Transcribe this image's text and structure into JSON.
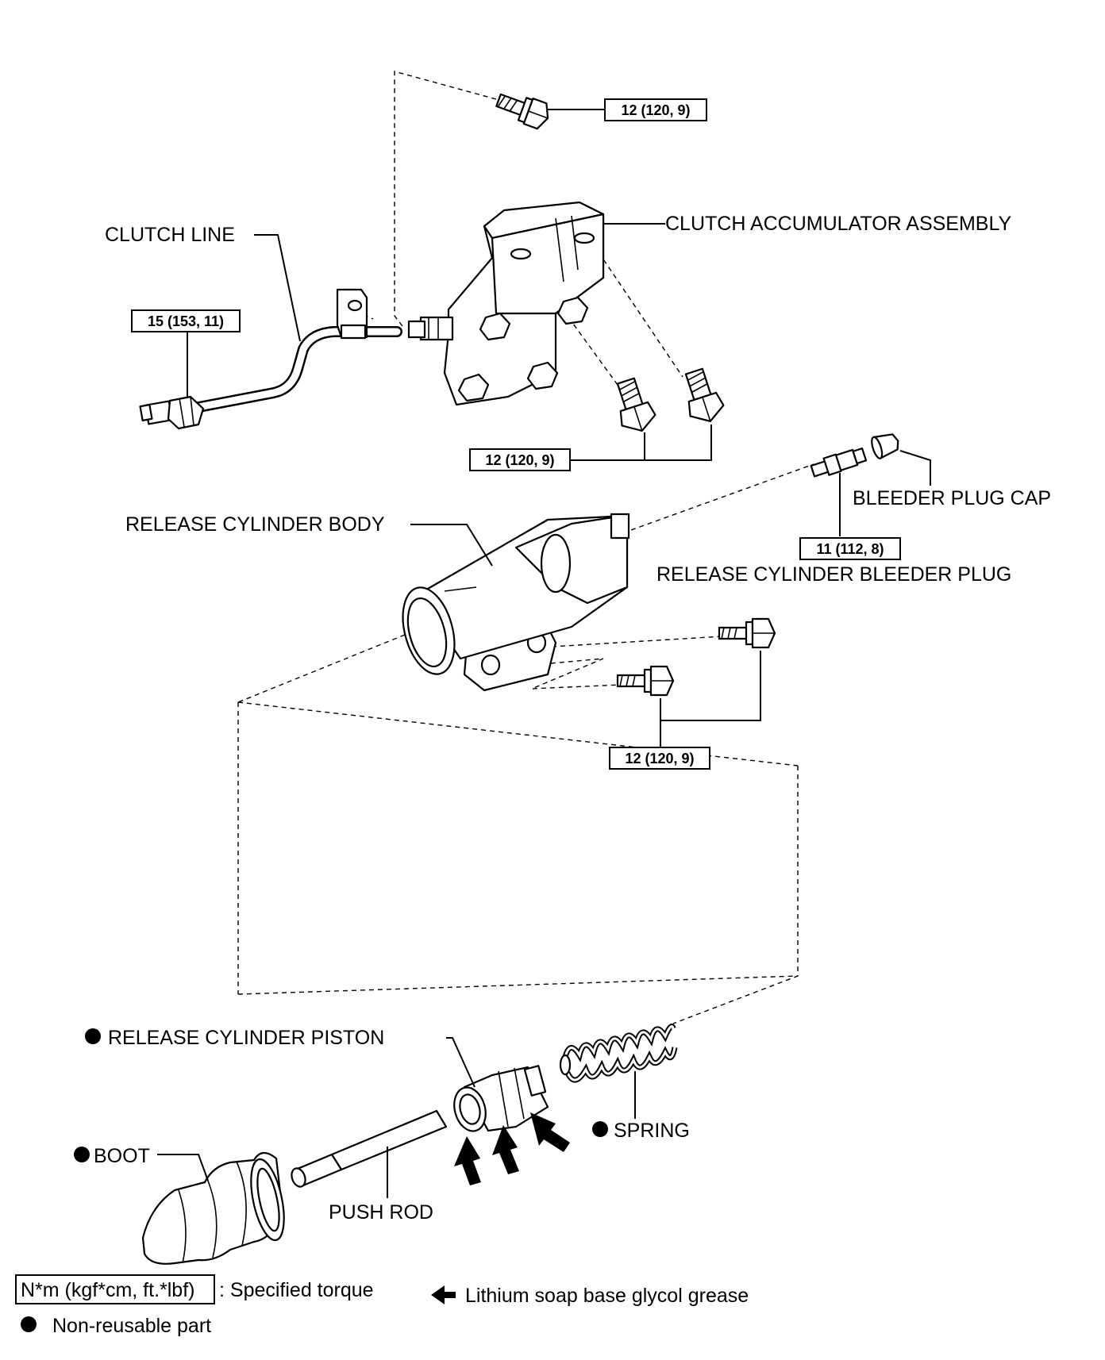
{
  "labels": {
    "clutch_line": "CLUTCH LINE",
    "clutch_accumulator_assembly": "CLUTCH ACCUMULATOR ASSEMBLY",
    "bleeder_plug_cap": "BLEEDER PLUG CAP",
    "release_cylinder_body": "RELEASE CYLINDER BODY",
    "release_cylinder_bleeder_plug": "RELEASE CYLINDER BLEEDER PLUG",
    "release_cylinder_piston": "RELEASE CYLINDER PISTON",
    "spring": "SPRING",
    "boot": "BOOT",
    "push_rod": "PUSH ROD"
  },
  "torques": {
    "accumulator_top_bolt": "12 (120, 9)",
    "clutch_line_nut": "15 (153, 11)",
    "accumulator_bolts": "12 (120, 9)",
    "bleeder_plug": "11 (112, 8)",
    "cylinder_bolts": "12 (120, 9)"
  },
  "legend": {
    "torque_unit": "N*m (kgf*cm, ft.*lbf)",
    "torque_text": ": Specified torque",
    "grease_text": "Lithium soap base glycol grease",
    "nonreusable_text": "Non-reusable part"
  }
}
